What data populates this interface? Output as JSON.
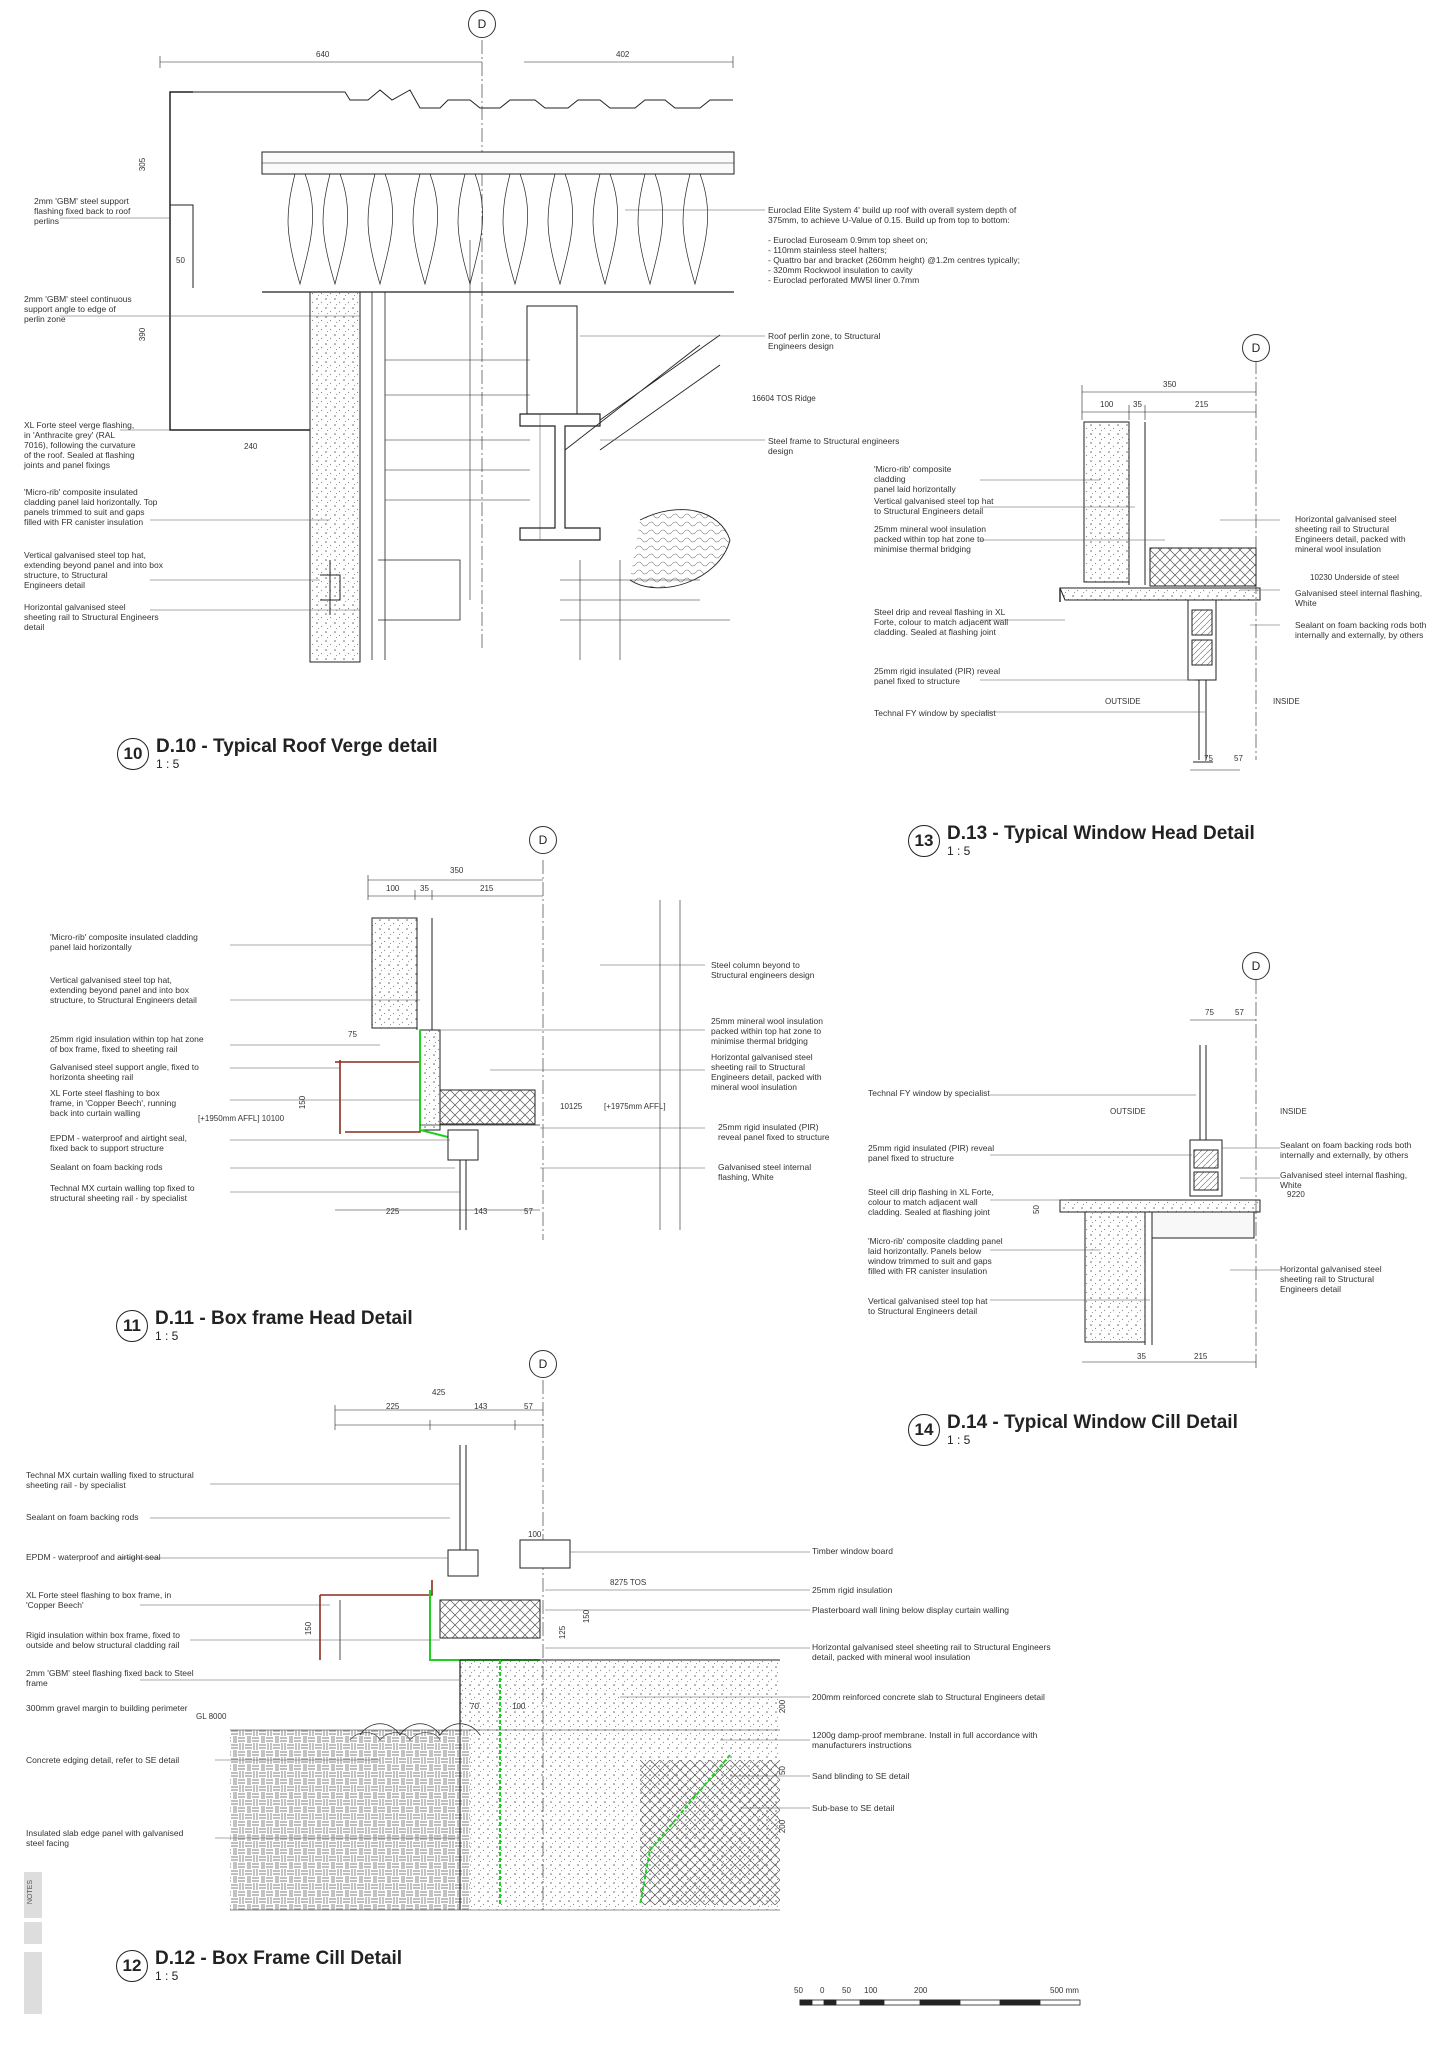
{
  "sheet": {
    "grid_label": "D",
    "notes_label": "NOTES"
  },
  "details": {
    "d10": {
      "number": "10",
      "title": "D.10 - Typical Roof Verge detail",
      "scale": "1 : 5",
      "dims": {
        "a": "640",
        "b": "402",
        "c": "305",
        "d": "50",
        "e": "390",
        "f": "240"
      },
      "level": "16604 TOS Ridge",
      "notes": [
        "2mm 'GBM' steel support\nflashing fixed back to roof\nperlins",
        "2mm 'GBM' steel continuous\nsupport angle to edge of\nperlin zone",
        "XL Forte steel verge flashing,\nin 'Anthracite grey' (RAL\n7016), following the curvature\nof the roof. Sealed at flashing\njoints and panel fixings",
        "'Micro-rib' composite insulated\ncladding panel laid horizontally. Top\npanels trimmed to suit and gaps\nfilled with FR canister insulation",
        "Vertical galvanised steel top hat,\nextending beyond panel and into box\nstructure, to Structural\nEngineers detail",
        "Horizontal galvanised steel\nsheeting rail to Structural Engineers\ndetail",
        "Euroclad Elite System 4' build up roof with overall system depth of\n375mm, to achieve U-Value of 0.15. Build up from top to bottom:\n\n- Euroclad Euroseam 0.9mm top sheet on;\n- 110mm stainless steel halters;\n- Quattro bar and bracket (260mm height) @1.2m centres typically;\n- 320mm Rockwool insulation to cavity\n- Euroclad perforated MW5I liner 0.7mm",
        "Roof perlin zone, to Structural\nEngineers design",
        "Steel frame to Structural engineers\ndesign"
      ]
    },
    "d13": {
      "number": "13",
      "title": "D.13 - Typical Window Head Detail",
      "scale": "1 : 5",
      "dims": {
        "total": "350",
        "a": "100",
        "b": "35",
        "c": "215",
        "d": "75",
        "e": "57"
      },
      "level": "10230 Underside of steel",
      "outside": "OUTSIDE",
      "inside": "INSIDE",
      "notes": [
        "'Micro-rib' composite cladding\npanel laid horizontally",
        "Vertical galvanised steel top hat\nto Structural Engineers detail",
        "25mm mineral wool insulation\npacked within top hat zone to\nminimise thermal bridging",
        "Steel drip and reveal flashing in XL\nForte, colour to match adjacent wall\ncladding. Sealed at flashing joint",
        "25mm rigid insulated (PIR) reveal\npanel fixed to structure",
        "Technal FY window by specialist",
        "Horizontal galvanised steel\nsheeting rail to Structural\nEngineers detail, packed with\nmineral wool insulation",
        "Galvanised steel internal flashing,\nWhite",
        "Sealant on foam backing rods both\ninternally and externally, by others"
      ]
    },
    "d11": {
      "number": "11",
      "title": "D.11 - Box frame Head Detail",
      "scale": "1 : 5",
      "dims": {
        "total": "350",
        "a": "100",
        "b": "35",
        "c": "215",
        "d": "75",
        "e": "150",
        "f": "225",
        "g": "143",
        "h": "57"
      },
      "levels": [
        "[+1950mm AFFL]  10100",
        "10125",
        "[+1975mm AFFL]"
      ],
      "notes": [
        "'Micro-rib' composite insulated cladding\npanel laid horizontally",
        "Vertical galvanised steel top hat,\nextending beyond panel and into box\nstructure, to Structural Engineers detail",
        "25mm rigid insulation within top hat zone\nof box frame, fixed to sheeting rail",
        "Galvanised steel support angle, fixed to\nhorizonta sheeting rail",
        "XL Forte steel flashing to box\nframe, in 'Copper Beech', running\nback into curtain walling",
        "EPDM - waterproof and airtight seal,\nfixed back to support structure",
        "Sealant on foam backing rods",
        "Technal MX curtain walling top fixed to\nstructural sheeting rail - by specialist",
        "Steel column beyond to\nStructural engineers design",
        "25mm mineral wool insulation\npacked within top hat zone to\nminimise thermal bridging",
        "Horizontal galvanised steel\nsheeting rail to Structural\nEngineers detail, packed with\nmineral wool insulation",
        "25mm rigid insulated (PIR)\nreveal panel fixed to structure",
        "Galvanised steel internal\nflashing, White"
      ]
    },
    "d14": {
      "number": "14",
      "title": "D.14 - Typical Window Cill Detail",
      "scale": "1 : 5",
      "dims": {
        "a": "75",
        "b": "57",
        "c": "50",
        "d": "35",
        "e": "215"
      },
      "level": "9220",
      "outside": "OUTSIDE",
      "inside": "INSIDE",
      "notes": [
        "Technal FY window by specialist",
        "25mm rigid insulated (PIR) reveal\npanel fixed to structure",
        "Steel cill drip flashing in XL Forte,\ncolour to match adjacent wall\ncladding. Sealed at flashing joint",
        "'Micro-rib' composite cladding panel\nlaid horizontally. Panels below\nwindow trimmed to suit and gaps\nfilled with FR canister insulation",
        "Vertical galvanised steel top hat\nto Structural Engineers detail",
        "Sealant on foam backing rods both\ninternally and externally, by others",
        "Galvanised steel internal flashing,\nWhite",
        "Horizontal galvanised steel\nsheeting rail to Structural\nEngineers detail"
      ]
    },
    "d12": {
      "number": "12",
      "title": "D.12 - Box Frame Cill Detail",
      "scale": "1 : 5",
      "dims": {
        "total": "425",
        "a": "225",
        "b": "143",
        "c": "57",
        "d": "100",
        "e": "150",
        "f": "125",
        "g": "150",
        "h": "70",
        "i": "100",
        "j": "200",
        "k": "50",
        "l": "200"
      },
      "levels": [
        "8275 TOS",
        "GL 8000"
      ],
      "notes": [
        "Technal MX curtain walling fixed to structural\nsheeting rail - by specialist",
        "Sealant on foam backing rods",
        "EPDM - waterproof and airtight seal",
        "XL Forte steel flashing to box frame, in\n'Copper Beech'",
        "Rigid insulation within box frame, fixed to\noutside and below structural cladding rail",
        "2mm 'GBM' steel flashing fixed back to Steel\nframe",
        "300mm gravel margin to building perimeter",
        "Concrete edging detail, refer to SE detail",
        "Insulated slab edge panel with galvanised\nsteel facing",
        "Timber window board",
        "25mm rigid insulation",
        "Plasterboard wall lining below display curtain walling",
        "Horizontal galvanised steel sheeting rail to Structural Engineers\ndetail, packed with mineral wool insulation",
        "200mm reinforced concrete slab to Structural Engineers detail",
        "1200g damp-proof membrane. Install in full accordance with\nmanufacturers instructions",
        "Sand blinding to SE detail",
        "Sub-base to SE detail"
      ]
    }
  },
  "scalebar": {
    "ticks": [
      "50",
      "0",
      "50",
      "100",
      "200",
      "500 mm"
    ]
  },
  "colors": {
    "line": "#222222",
    "membrane": "#1fd11f",
    "flashing": "#8b2b1e",
    "concrete": "#f4f4f4"
  }
}
